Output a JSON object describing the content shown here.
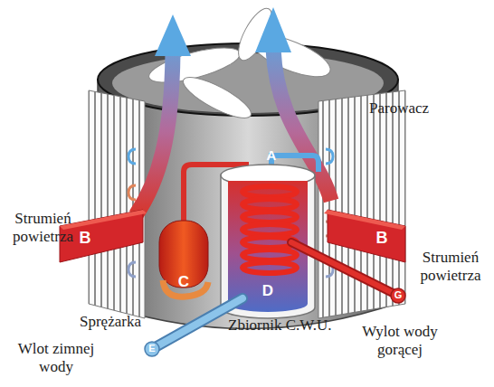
{
  "diagram": {
    "labels": [
      "Parowacz",
      "A",
      "B",
      "B",
      "Strumień powietrza",
      "Strumień powietrza",
      "C",
      "D",
      "Sprężarka",
      "Zbiornik C.W.U.",
      "Wylot wody gorącej",
      "Wlot zimnej wody",
      "E",
      "G"
    ]
  }
}
